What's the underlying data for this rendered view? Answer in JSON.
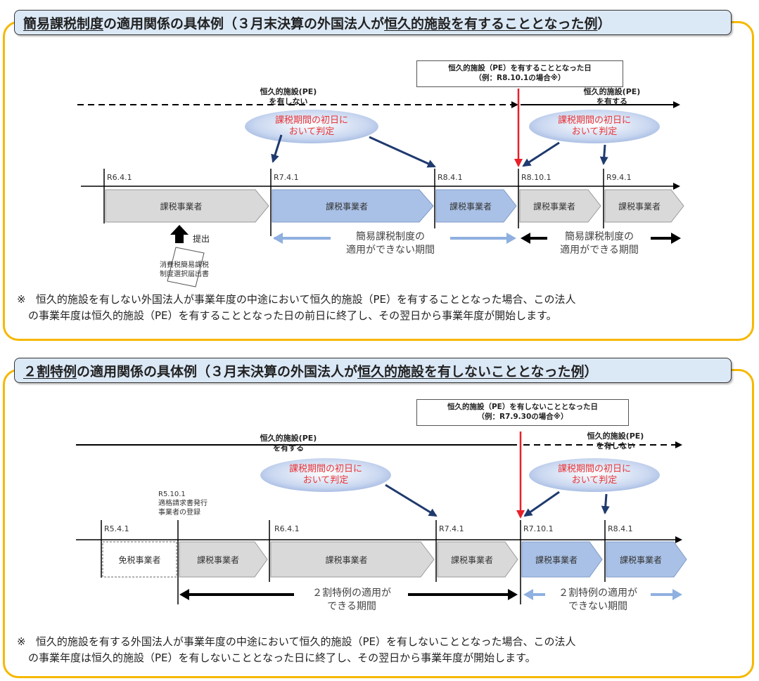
{
  "top": {
    "title_part1": "簡易課税制度",
    "title_part2": "の適用関係の具体例（３月末決算の外国法人が",
    "title_part3": "恒久的施設を有することとなった例",
    "title_part4": "）",
    "callout_line1": "恒久的施設（PE）を有することとなった日",
    "callout_line2": "（例：R8.10.1の場合※）",
    "pe_no_line1": "恒久的施設(PE)",
    "pe_no_line2": "を有しない",
    "pe_yes_line1": "恒久的施設(PE)",
    "pe_yes_line2": "を有する",
    "oval1_line1": "課税期間の初日に",
    "oval1_line2": "おいて判定",
    "oval2_line1": "課税期間の初日に",
    "oval2_line2": "おいて判定",
    "dates": [
      "R6.4.1",
      "R7.4.1",
      "R8.4.1",
      "R8.10.1",
      "R9.4.1"
    ],
    "segments": [
      "課税事業者",
      "課税事業者",
      "課税事業者",
      "課税事業者",
      "課税事業者"
    ],
    "submit_label": "提出",
    "doc_line1": "消費税簡易課税",
    "doc_line2": "制度選択届出書",
    "period_no_line1": "簡易課税制度の",
    "period_no_line2": "適用ができない期間",
    "period_yes_line1": "簡易課税制度の",
    "period_yes_line2": "適用ができる期間",
    "note_mark": "※",
    "note_line1": "恒久的施設を有しない外国法人が事業年度の中途において恒久的施設（PE）を有することとなった場合、この法人",
    "note_line2": "の事業年度は恒久的施設（PE）を有することとなった日の前日に終了し、その翌日から事業年度が開始します。"
  },
  "bottom": {
    "title_part1": "２割特例",
    "title_part2": "の適用関係の具体例（３月末決算の外国法人が",
    "title_part3": "恒久的施設を有しないこととなった例",
    "title_part4": "）",
    "callout_line1": "恒久的施設（PE）を有しないこととなった日",
    "callout_line2": "（例：R7.9.30の場合※）",
    "pe_yes_line1": "恒久的施設(PE)",
    "pe_yes_line2": "を有する",
    "pe_no_line1": "恒久的施設(PE)",
    "pe_no_line2": "を有しない",
    "oval1_line1": "課税期間の初日に",
    "oval1_line2": "おいて判定",
    "oval2_line1": "課税期間の初日に",
    "oval2_line2": "おいて判定",
    "reg_line1": "R5.10.1",
    "reg_line2": "適格請求書発行",
    "reg_line3": "事業者の登録",
    "dates": [
      "R5.4.1",
      "R6.4.1",
      "R7.4.1",
      "R7.10.1",
      "R8.4.1"
    ],
    "exempt_label": "免税事業者",
    "segments": [
      "課税事業者",
      "課税事業者",
      "課税事業者",
      "課税事業者",
      "課税事業者"
    ],
    "period_yes_line1": "２割特例の適用が",
    "period_yes_line2": "できる期間",
    "period_no_line1": "２割特例の適用が",
    "period_no_line2": "できない期間",
    "note_mark": "※",
    "note_line1": "恒久的施設を有する外国法人が事業年度の中途において恒久的施設（PE）を有しないこととなった場合、この法人",
    "note_line2": "の事業年度は恒久的施設（PE）を有しないこととなった日に終了し、その翌日から事業年度が開始します。"
  },
  "colors": {
    "panel_border": "#f6b800",
    "title_bg": "#dbe8f6",
    "segment_gray": "#d9d9d9",
    "segment_blue": "#a9c1e6",
    "arrow_red": "#e8202a",
    "arrow_navy": "#1f3a6e",
    "arrow_lightblue": "#8fb0e0",
    "oval_text": "#e8363a"
  }
}
